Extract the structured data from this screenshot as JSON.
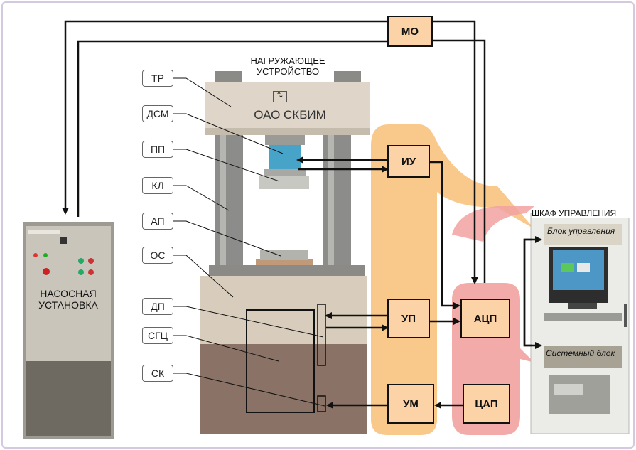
{
  "labels": {
    "press_caption": "НАГРУЖАЮЩЕЕ\nУСТРОЙСТВО",
    "company": "ОАО СКБИМ",
    "pump_caption": "НАСОСНАЯ\nУСТАНОВКА",
    "cabinet_title": "ШКАФ УПРАВЛЕНИЯ",
    "control_unit": "Блок управления",
    "system_unit": "Системный блок"
  },
  "parts": [
    "ТР",
    "ДСМ",
    "ПП",
    "КЛ",
    "АП",
    "ОС",
    "ДП",
    "СГЦ",
    "СК"
  ],
  "blocks": {
    "mo": "МО",
    "iu": "ИУ",
    "up": "УП",
    "um": "УМ",
    "adc": "АЦП",
    "dac": "ЦАП"
  },
  "colors": {
    "orange_zone": "#f8c27c",
    "red_zone": "#f2a2a0",
    "block_fill": "#fcd3a6",
    "frame": "#d4c9df"
  }
}
